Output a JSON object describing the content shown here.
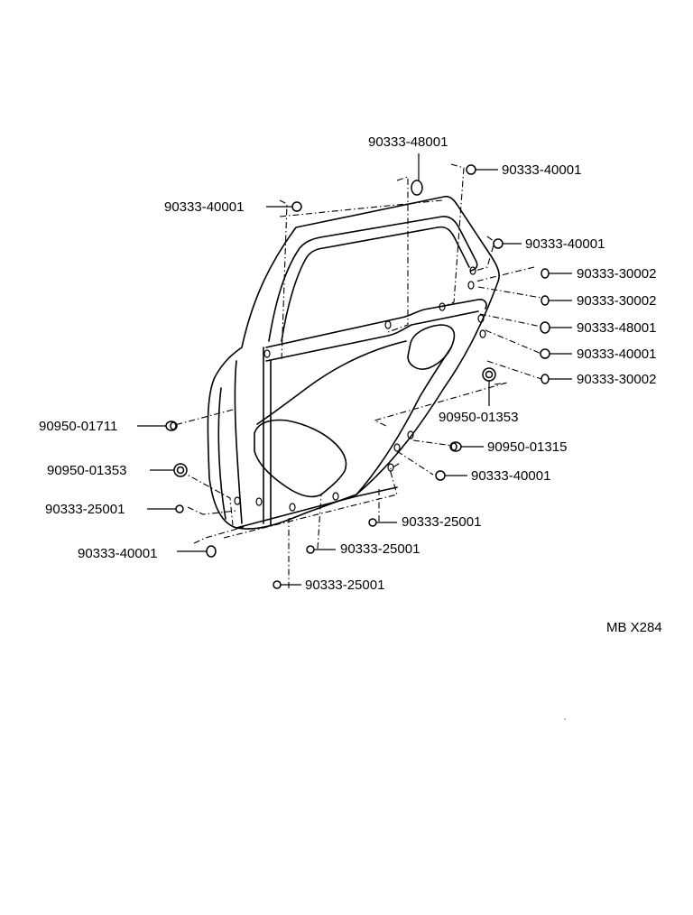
{
  "diagram": {
    "reference_code": "MB X284",
    "parts": [
      {
        "part_no": "90333-48001"
      },
      {
        "part_no": "90333-40001"
      },
      {
        "part_no": "90333-40001"
      },
      {
        "part_no": "90333-40001"
      },
      {
        "part_no": "90333-30002"
      },
      {
        "part_no": "90333-30002"
      },
      {
        "part_no": "90333-48001"
      },
      {
        "part_no": "90333-40001"
      },
      {
        "part_no": "90333-30002"
      },
      {
        "part_no": "90950-01353"
      },
      {
        "part_no": "90950-01711"
      },
      {
        "part_no": "90950-01315"
      },
      {
        "part_no": "90950-01353"
      },
      {
        "part_no": "90333-40001"
      },
      {
        "part_no": "90333-25001"
      },
      {
        "part_no": "90333-25001"
      },
      {
        "part_no": "90333-40001"
      },
      {
        "part_no": "90333-25001"
      },
      {
        "part_no": "90333-25001"
      }
    ]
  }
}
